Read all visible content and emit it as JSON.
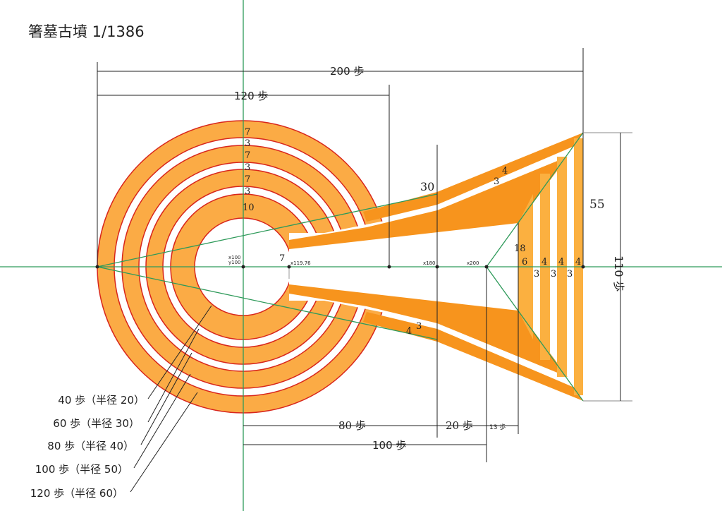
{
  "title": "箸墓古墳 1/1386",
  "colors": {
    "ring": "#fbab45",
    "ring_outline": "#d8261c",
    "dark": "#f7941d",
    "stripe": "#fbb040",
    "axis": "#2e9a5a"
  },
  "dimensions": {
    "total_length": "200 歩",
    "mound_diameter": "120 歩",
    "front_width": "110 歩",
    "front_half": "55",
    "neck_width": "30",
    "seg_80": "80 歩",
    "seg_20": "20 歩",
    "seg_13": "13 歩",
    "seg_100": "100 歩"
  },
  "ring_widths": [
    "7",
    "3",
    "7",
    "3",
    "7",
    "3",
    "10"
  ],
  "front_numbers": {
    "n18": "18",
    "n6": "6",
    "n4a": "4",
    "n4b": "4",
    "n4c": "4",
    "n3a": "3",
    "n3b": "3",
    "n3c": "3",
    "up4": "4",
    "up3": "3",
    "lo4": "4",
    "lo3": "3",
    "n7": "7"
  },
  "points": {
    "center_x": "x100",
    "center_y": "y100",
    "p1": "x119.76",
    "p2": "x180",
    "p3": "x200"
  },
  "legend": [
    "40 歩（半径 20）",
    "60 歩（半径 30）",
    "80 歩（半径 40）",
    "100 歩（半径 50）",
    "120 歩（半径 60）"
  ]
}
